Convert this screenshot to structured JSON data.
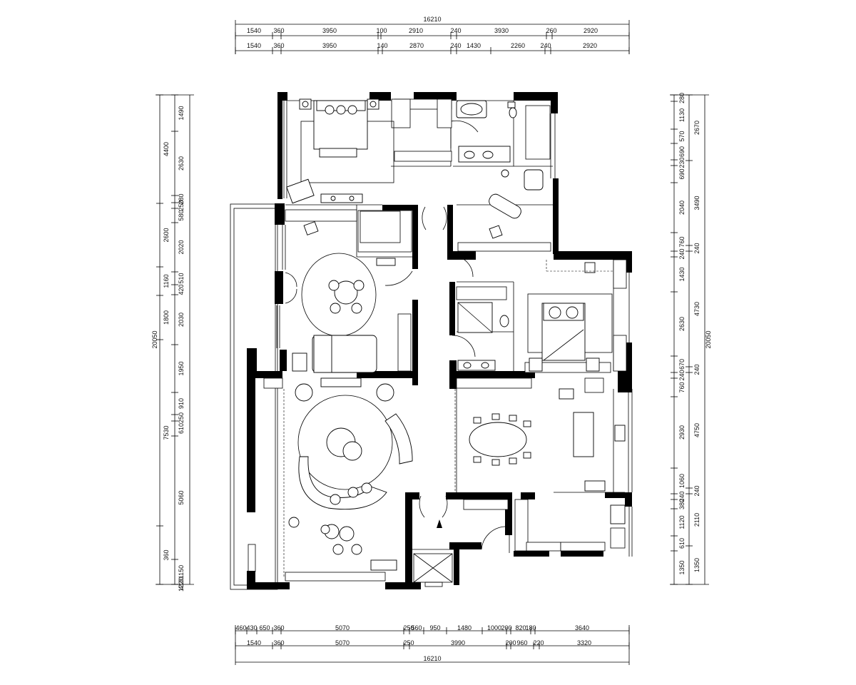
{
  "drawing": {
    "overall_width_label": "16210",
    "overall_height_label": "20050",
    "top_row_1": [
      "1540",
      "360",
      "3950",
      "100",
      "2910",
      "240",
      "3930",
      "260",
      "2920"
    ],
    "top_row_2": [
      "1540",
      "360",
      "3950",
      "140",
      "2870",
      "240",
      "1430",
      "2260",
      "240",
      "2920"
    ],
    "bottom_row_1": [
      "460",
      "430",
      "650",
      "360",
      "5070",
      "250",
      "560",
      "950",
      "1480",
      "1000",
      "200",
      "820",
      "180",
      "3640"
    ],
    "bottom_row_2": [
      "1540",
      "360",
      "5070",
      "250",
      "3990",
      "200",
      "960",
      "220",
      "3320"
    ],
    "left_outer": [
      "4400",
      "2600",
      "1160",
      "1800",
      "7530",
      "360"
    ],
    "left_inner": [
      "1490",
      "2630",
      "280",
      "250",
      "580",
      "2020",
      "510",
      "420",
      "2030",
      "1950",
      "910",
      "250",
      "610",
      "5060",
      "1150",
      "1220",
      "410"
    ],
    "right_inner": [
      "280",
      "1130",
      "570",
      "690",
      "230",
      "690",
      "2040",
      "760",
      "240",
      "1430",
      "2630",
      "670",
      "240",
      "760",
      "2930",
      "1060",
      "240",
      "380",
      "1120",
      "610",
      "1350"
    ],
    "right_outer": [
      "2670",
      "3490",
      "240",
      "4730",
      "240",
      "4750",
      "240",
      "2110",
      "1350"
    ]
  }
}
